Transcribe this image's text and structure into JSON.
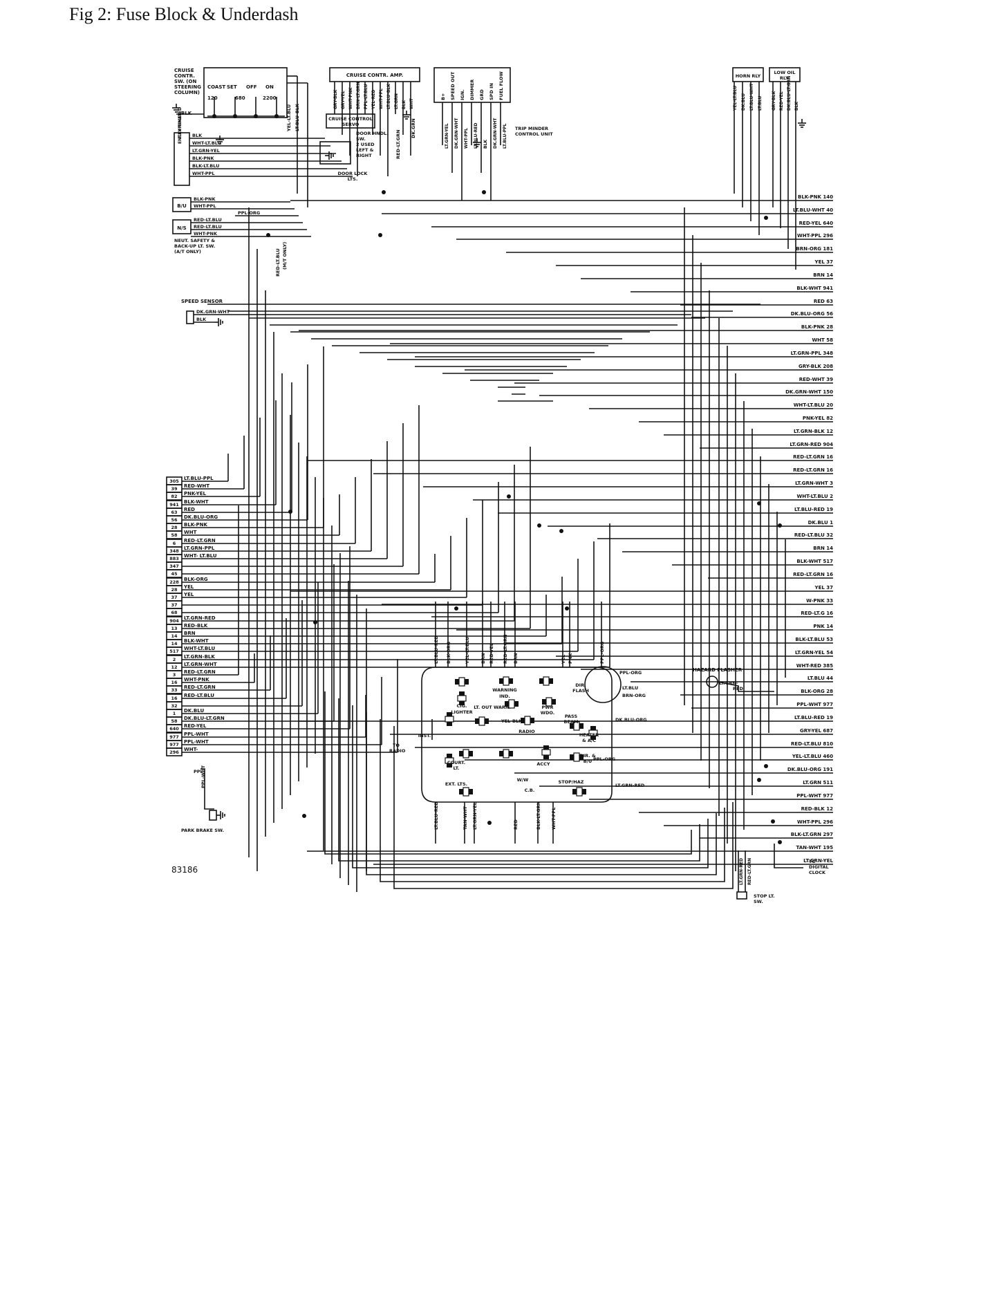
{
  "title": "Fig 2: Fuse Block & Underdash",
  "diagram_id": "83186",
  "components": {
    "cruise_switch": [
      "CRUISE",
      "CONTR.",
      "SW. (ON",
      "STEERING",
      "COLUMN)"
    ],
    "cruise_switch_positions": [
      "COAST",
      "SET",
      "OFF",
      "ON"
    ],
    "cruise_switch_resistors": [
      "120",
      "680",
      "2200"
    ],
    "cruise_amp": "CRUISE CONTR. AMP.",
    "cruise_servo": [
      "CRUISE CONTROL",
      "SERVO"
    ],
    "door_handle_switch": [
      "DOOR HNDL.",
      "SW.",
      "2 USED",
      "LEFT &",
      "RIGHT"
    ],
    "door_lock_lights": [
      "DOOR LOCK",
      "LTS."
    ],
    "illuminated_entry": [
      "ILLUMINATED",
      "ENTRY TIMER"
    ],
    "trip_minder": [
      "TRIP MINDER",
      "CONTROL UNIT"
    ],
    "trip_minder_pins": [
      "B+",
      "SPEED OUT",
      "IGN.",
      "DIMMER",
      "GRD",
      "SPD IN",
      "FUEL FLOW"
    ],
    "horn_relay": "HORN RLY",
    "low_oil_relay": [
      "LOW OIL",
      "RLY."
    ],
    "neutral_safety": [
      "NEUT. SAFETY &",
      "BACK-UP LT. SW.",
      "(A/T ONLY)"
    ],
    "bu_label": "B/U",
    "ns_label": "N/S",
    "speed_sensor": "SPEED SENSOR",
    "hazard_flasher": "HAZARD FLASHER",
    "park_brake": "PARK BRAKE SW.",
    "stop_light_sw": [
      "STOP LT.",
      "SW."
    ],
    "digital_clock": [
      "TO",
      "DIGITAL",
      "CLOCK"
    ],
    "to_radio": [
      "TO",
      "RADIO"
    ]
  },
  "fuse_block_labels": [
    "WARNING",
    "IND.",
    "DIR.",
    "FLASH",
    "CIG.",
    "LIGHTER",
    "LT. OUT WARN.",
    "PWR",
    "WDO.",
    "PASS",
    "BEAM",
    "RADIO",
    "HEATER",
    "& A/C",
    "INST.",
    "COURT.",
    "LT.",
    "DIR. &",
    "B/U",
    "ACCY",
    "EXT. LTS.",
    "W/W",
    "C.B.",
    "STOP/HAZ"
  ],
  "fuse_wires_top": [
    "LT.BLU-RED",
    "BLK-ORG",
    "YEL-LT.BLU",
    "BRN",
    "RED-YEL",
    "RED-LT.GRN",
    "BRN",
    "YEL",
    "PNK",
    "PPL-ORG"
  ],
  "fuse_wires_bottom": [
    "LT.BLU-RED",
    "TAN-WHT",
    "LT.GRN-YEL",
    "RED",
    "BLK-LT.GRN",
    "WHT-PPL"
  ],
  "fuse_wires_right": [
    "PPL-ORG",
    "LT.BLU",
    "BRN-ORG",
    "DK.BLU-ORG",
    "PPL-ORG",
    "LT.GRN-RED",
    "YEL-BLK",
    "LT.GRN-",
    "RED"
  ],
  "cruise_amp_wires": [
    "GRY-BLK",
    "GRY-YEL",
    "WHT-PNK",
    "BRN-LT.GRN",
    "PPL-LT.BLU",
    "YEL-RED",
    "WHT-PPL",
    "LT.BLU-BLK",
    "LT.GRN",
    "BLK",
    "WHT"
  ],
  "cruise_sw_wires": [
    "YEL-LT.BLU",
    "LT.BLU-BLK"
  ],
  "trip_wires": [
    "LT.GRN-YEL",
    "DK.GRN-WHT",
    "WHT-PPL",
    "LT.BLU-RED",
    "BLK",
    "DK.GRN-WHT",
    "LT.BLU-PPL"
  ],
  "misc_wires": [
    "RED-LT.GRN",
    "DK.GRN",
    "RED-LT.BLU",
    "(M/T ONLY)",
    "PPL-WHT",
    "PPL",
    "LT.GRN-RED",
    "RED-LT.GRN",
    "BLK"
  ],
  "horn_wires": [
    "YEL-LT.BLU",
    "DK.BLU",
    "LT.BLU-WHT",
    "LT.BLU"
  ],
  "oil_wires": [
    "GRY-BLK",
    "RED-YEL",
    "DK.BLU-LT.GRN",
    "BLK"
  ],
  "timer_wires": [
    "BLK",
    "WHT-LT.BLU",
    "LT.GRN-YEL",
    "BLK-PNK",
    "BLK-LT.BLU",
    "WHT-PPL"
  ],
  "ns_wires": [
    "BLK-PNK",
    "WHT-PPL",
    "PPL-ORG",
    "RED-LT.BLU",
    "RED-LT.BLU",
    "WHT-PNK"
  ],
  "speed_wires": [
    "DK.GRN-WHT",
    "BLK"
  ],
  "right_connector": [
    {
      "c": "BLK-PNK",
      "n": "140"
    },
    {
      "c": "LT.BLU-WHT",
      "n": "40"
    },
    {
      "c": "RED-YEL",
      "n": "640"
    },
    {
      "c": "WHT-PPL",
      "n": "296"
    },
    {
      "c": "BRN-ORG",
      "n": "181"
    },
    {
      "c": "YEL",
      "n": "37"
    },
    {
      "c": "BRN",
      "n": "14"
    },
    {
      "c": "BLK-WHT",
      "n": "941"
    },
    {
      "c": "RED",
      "n": "63"
    },
    {
      "c": "DK.BLU-ORG",
      "n": "56"
    },
    {
      "c": "BLK-PNK",
      "n": "28"
    },
    {
      "c": "WHT",
      "n": "58"
    },
    {
      "c": "LT.GRN-PPL",
      "n": "348"
    },
    {
      "c": "GRY-BLK",
      "n": "208"
    },
    {
      "c": "RED-WHT",
      "n": "39"
    },
    {
      "c": "DK.GRN-WHT",
      "n": "150"
    },
    {
      "c": "WHT-LT.BLU",
      "n": "20"
    },
    {
      "c": "PNK-YEL",
      "n": "82"
    },
    {
      "c": "LT.GRN-BLK",
      "n": "12"
    },
    {
      "c": "LT.GRN-RED",
      "n": "904"
    },
    {
      "c": "RED-LT.GRN",
      "n": "16"
    },
    {
      "c": "RED-LT.GRN",
      "n": "16"
    },
    {
      "c": "LT.GRN-WHT",
      "n": "3"
    },
    {
      "c": "WHT-LT.BLU",
      "n": "2"
    },
    {
      "c": "LT.BLU-RED",
      "n": "19"
    },
    {
      "c": "DK.BLU",
      "n": "1"
    },
    {
      "c": "RED-LT.BLU",
      "n": "32"
    },
    {
      "c": "BRN",
      "n": "14"
    },
    {
      "c": "BLK-WHT",
      "n": "517"
    },
    {
      "c": "RED-LT.GRN",
      "n": "16"
    },
    {
      "c": "YEL",
      "n": "37"
    },
    {
      "c": "W-PNK",
      "n": "33"
    },
    {
      "c": "RED-LT.G",
      "n": "16"
    },
    {
      "c": "PNK",
      "n": "14"
    },
    {
      "c": "BLK-LT.BLU",
      "n": "53"
    },
    {
      "c": "LT.GRN-YEL",
      "n": "54"
    },
    {
      "c": "WHT-RED",
      "n": "385"
    },
    {
      "c": "LT.BLU",
      "n": "44"
    },
    {
      "c": "BLK-ORG",
      "n": "28"
    },
    {
      "c": "PPL-WHT",
      "n": "977"
    },
    {
      "c": "LT.BLU-RED",
      "n": "19"
    },
    {
      "c": "GRY-YEL",
      "n": "687"
    },
    {
      "c": "RED-LT.BLU",
      "n": "810"
    },
    {
      "c": "YEL-LT.BLU",
      "n": "460"
    },
    {
      "c": "DK.BLU-ORG",
      "n": "191"
    },
    {
      "c": "LT.GRN",
      "n": "511"
    },
    {
      "c": "PPL-WHT",
      "n": "977"
    },
    {
      "c": "RED-BLK",
      "n": "12"
    },
    {
      "c": "WHT-PPL",
      "n": "296"
    },
    {
      "c": "BLK-LT.GRN",
      "n": "297"
    },
    {
      "c": "TAN-WHT",
      "n": "195"
    },
    {
      "c": "LT.GRN-YEL",
      "n": ""
    }
  ],
  "left_connector": [
    {
      "n": "305",
      "c": "LT.BLU-PPL"
    },
    {
      "n": "39",
      "c": "RED-WHT"
    },
    {
      "n": "82",
      "c": "PNK-YEL"
    },
    {
      "n": "941",
      "c": "BLK-WHT"
    },
    {
      "n": "63",
      "c": "RED"
    },
    {
      "n": "56",
      "c": "DK.BLU-ORG"
    },
    {
      "n": "28",
      "c": "BLK-PNK"
    },
    {
      "n": "58",
      "c": "WHT"
    },
    {
      "n": "6",
      "c": "RED-LT.GRN"
    },
    {
      "n": "348",
      "c": "LT.GRN-PPL"
    },
    {
      "n": "883",
      "c": "WHT- LT.BLU"
    },
    {
      "n": "347",
      "c": ""
    },
    {
      "n": "45",
      "c": ""
    },
    {
      "n": "228",
      "c": "BLK-ORG"
    },
    {
      "n": "28",
      "c": "YEL"
    },
    {
      "n": "37",
      "c": "YEL"
    },
    {
      "n": "37",
      "c": ""
    },
    {
      "n": "68",
      "c": ""
    },
    {
      "n": "904",
      "c": "LT.GRN-RED"
    },
    {
      "n": "13",
      "c": "RED-BLK"
    },
    {
      "n": "14",
      "c": "BRN"
    },
    {
      "n": "14",
      "c": "BLK-WHT"
    },
    {
      "n": "517",
      "c": "WHT-LT.BLU"
    },
    {
      "n": "2",
      "c": "LT.GRN-BLK"
    },
    {
      "n": "12",
      "c": "LT.GRN-WHT"
    },
    {
      "n": "3",
      "c": "RED-LT.GRN"
    },
    {
      "n": "16",
      "c": "WHT-PNK"
    },
    {
      "n": "33",
      "c": "RED-LT.GRN"
    },
    {
      "n": "16",
      "c": "RED-LT.BLU"
    },
    {
      "n": "32",
      "c": ""
    },
    {
      "n": "1",
      "c": "DK.BLU"
    },
    {
      "n": "58",
      "c": "DK.BLU-LT.GRN"
    },
    {
      "n": "640",
      "c": "RED-YEL"
    },
    {
      "n": "977",
      "c": "PPL-WHT"
    },
    {
      "n": "977",
      "c": "PPL-WHT"
    },
    {
      "n": "296",
      "c": "WHT-"
    }
  ]
}
